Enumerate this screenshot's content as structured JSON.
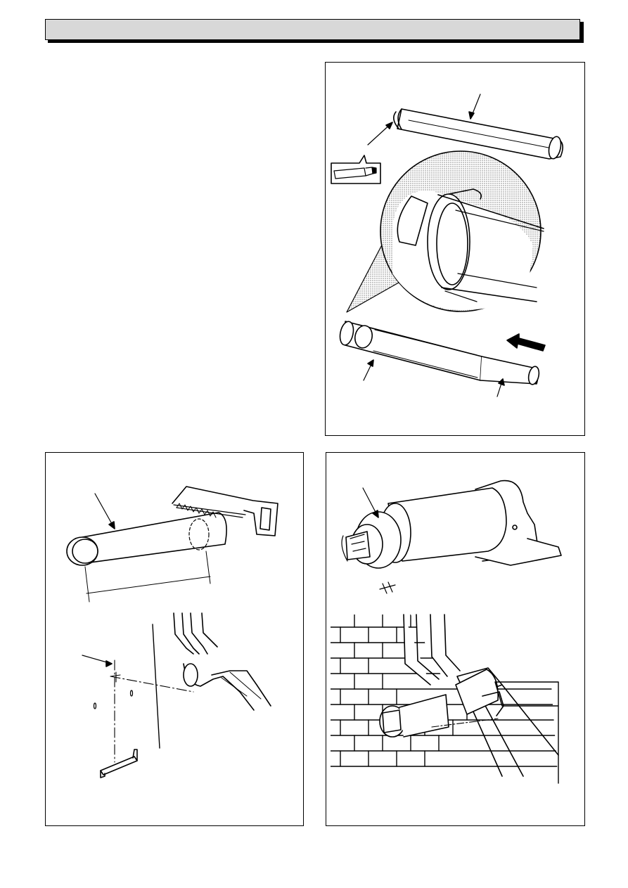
{
  "header": {
    "title": ""
  },
  "panels": [
    {
      "id": "top-right",
      "icons": [
        "flue-pipe-icon",
        "sealant-tube-icon",
        "magnifier-detail-icon",
        "push-arrow-icon"
      ]
    },
    {
      "id": "bottom-left",
      "icons": [
        "hacksaw-icon",
        "flue-pipe-icon",
        "wall-bracket-icon",
        "wall-mark-icon"
      ]
    },
    {
      "id": "bottom-right",
      "icons": [
        "terminal-assembly-icon",
        "brick-wall-icon",
        "ducting-icon"
      ]
    }
  ],
  "colors": {
    "ink": "#000000",
    "paper": "#ffffff",
    "header_fill": "#d8d8d8",
    "stipple": "#cfcfcf"
  }
}
